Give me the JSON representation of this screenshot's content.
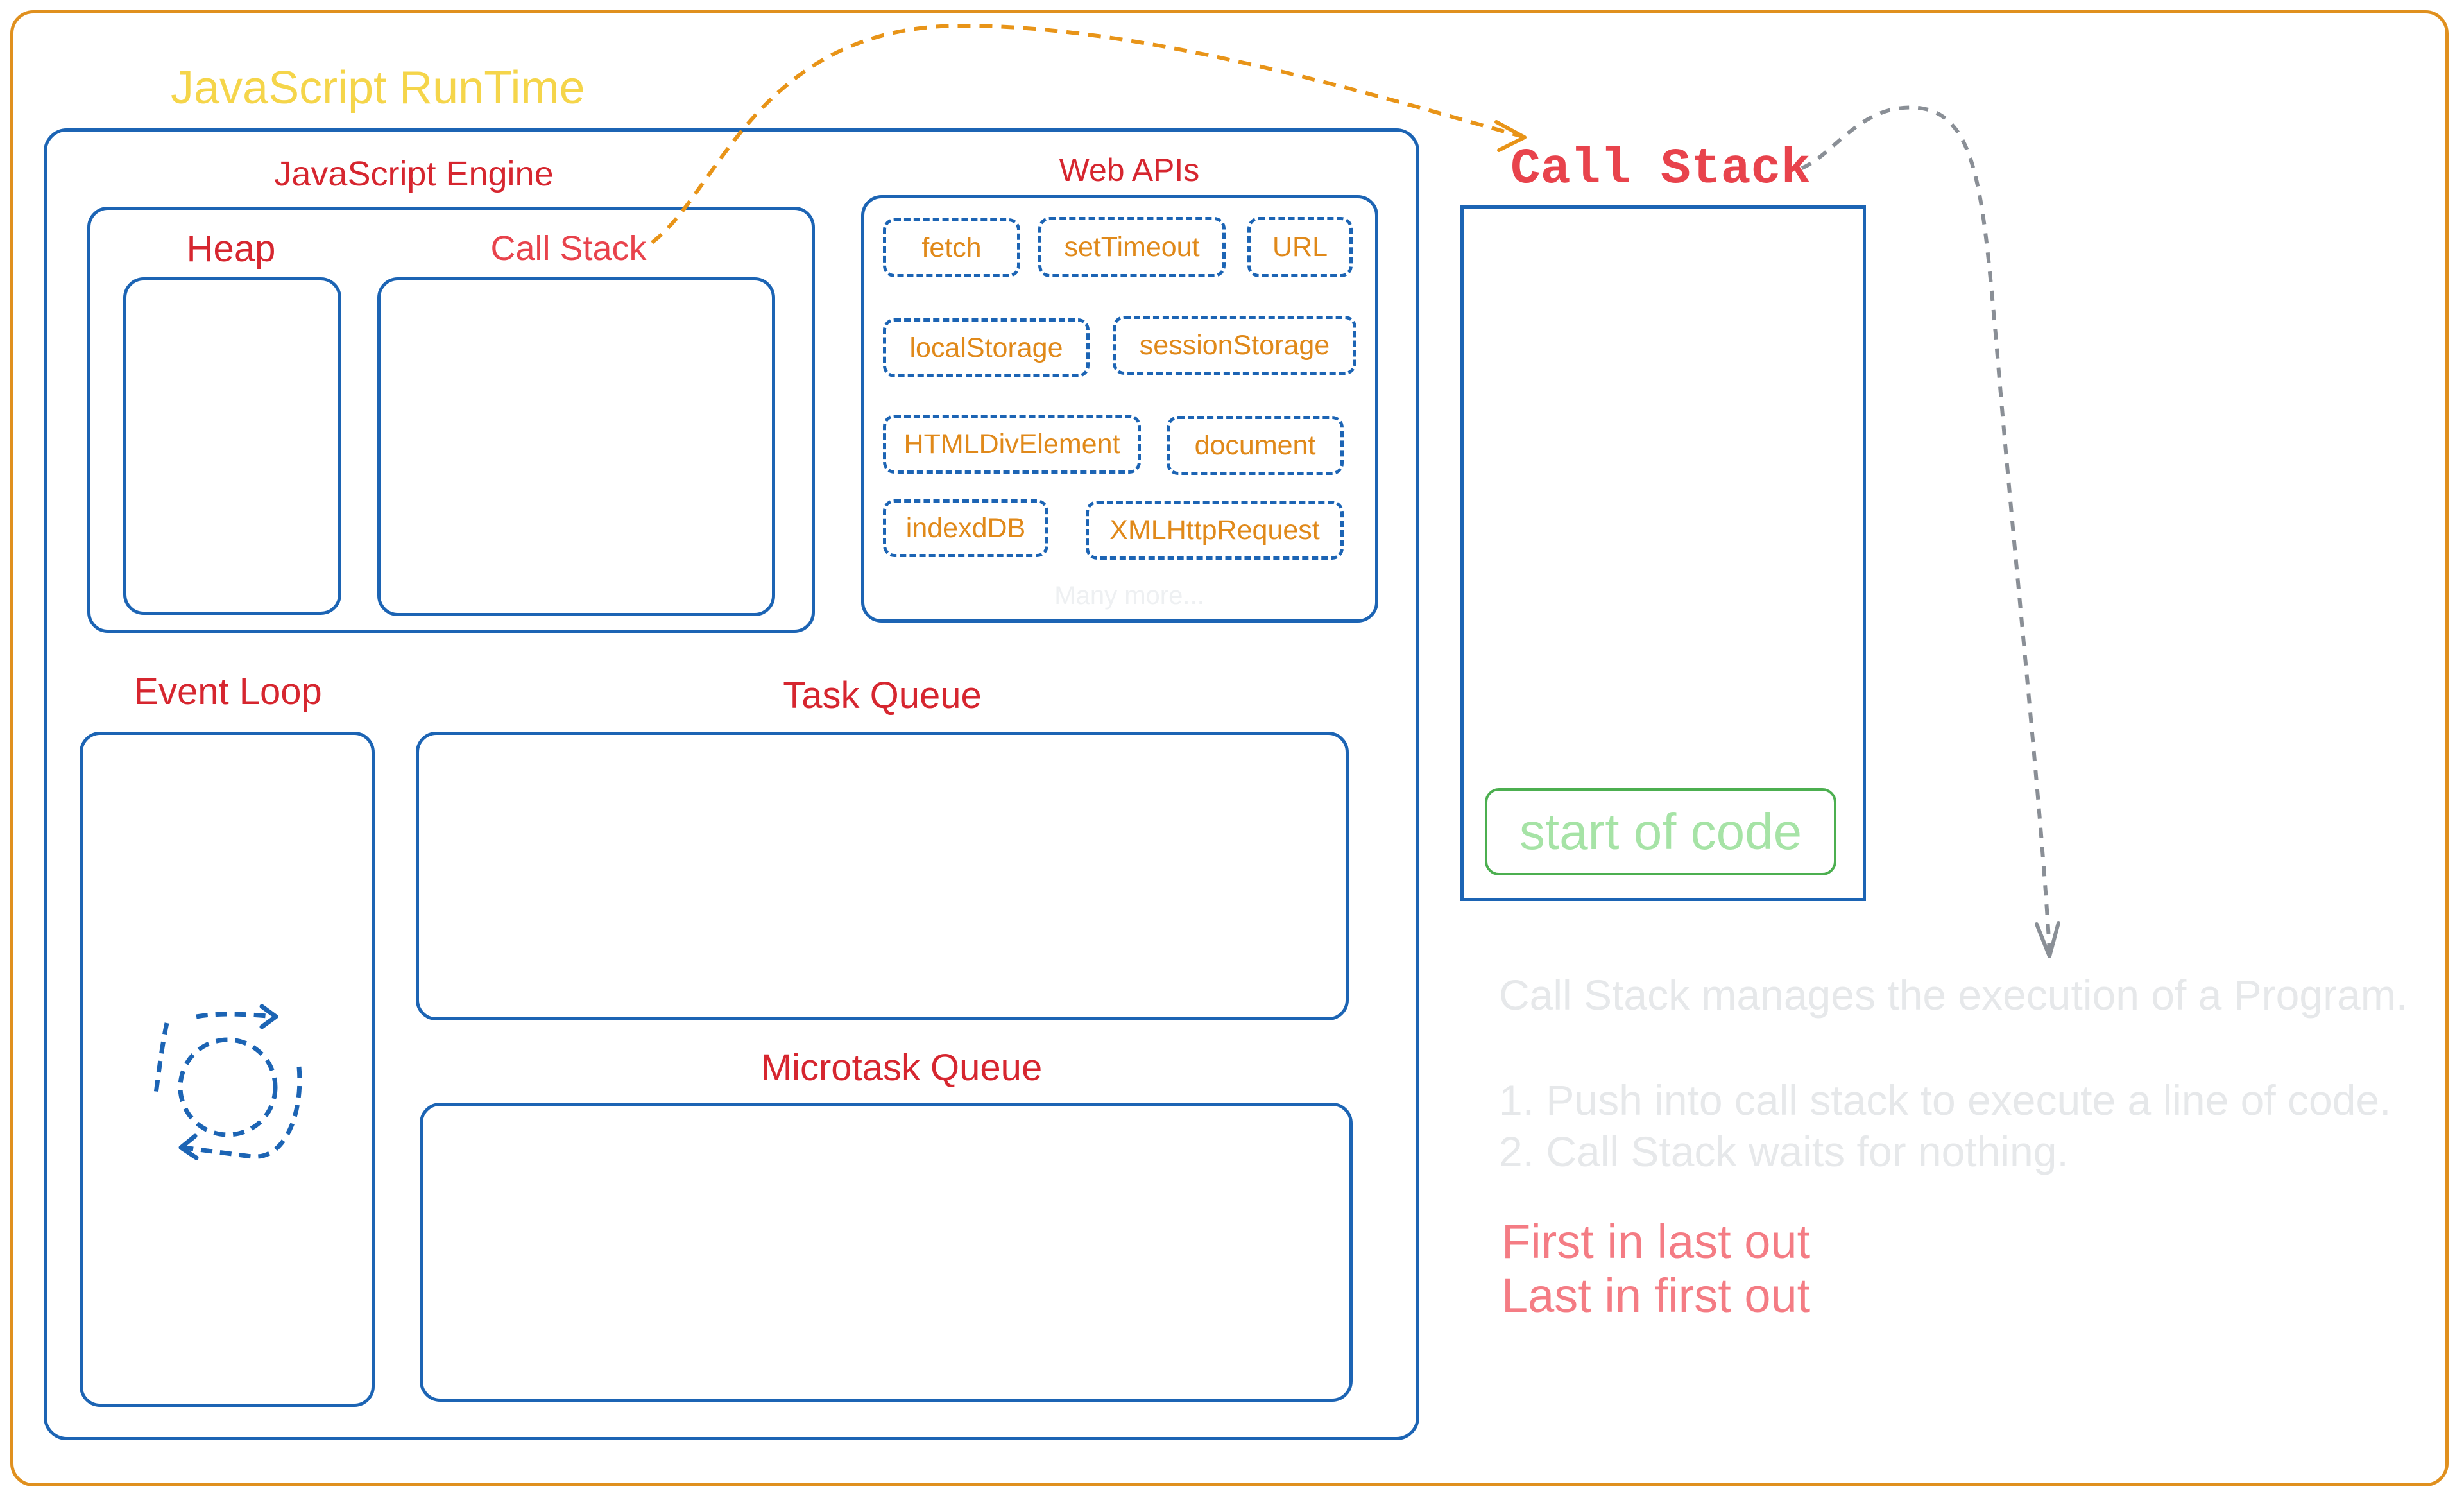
{
  "runtime": {
    "title": "JavaScript RunTime",
    "engine": {
      "title": "JavaScript Engine",
      "heap_label": "Heap",
      "call_stack_label": "Call Stack"
    },
    "web_apis": {
      "title": "Web APIs",
      "items": [
        "fetch",
        "setTimeout",
        "URL",
        "localStorage",
        "sessionStorage",
        "HTMLDivElement",
        "document",
        "indexdDB",
        "XMLHttpRequest"
      ],
      "more": "Many more..."
    },
    "event_loop_label": "Event Loop",
    "task_queue_label": "Task Queue",
    "microtask_queue_label": "Microtask Queue"
  },
  "call_stack_panel": {
    "title": "Call Stack",
    "entry": "start of code"
  },
  "notes": {
    "description": "Call Stack manages the execution of a Program.",
    "points": [
      "1. Push into call stack to execute a line of code.",
      "2. Call Stack waits for nothing."
    ],
    "rules": [
      "First in last out",
      "Last in first out"
    ]
  },
  "colors": {
    "outer_border": "#e0901e",
    "box_border": "#1c64b4",
    "label": "#d6262f",
    "api_text": "#e0891a",
    "title": "#f5d54a",
    "start_border": "#4caf50"
  },
  "icons": {
    "event_loop": "circular-arrows-icon"
  }
}
